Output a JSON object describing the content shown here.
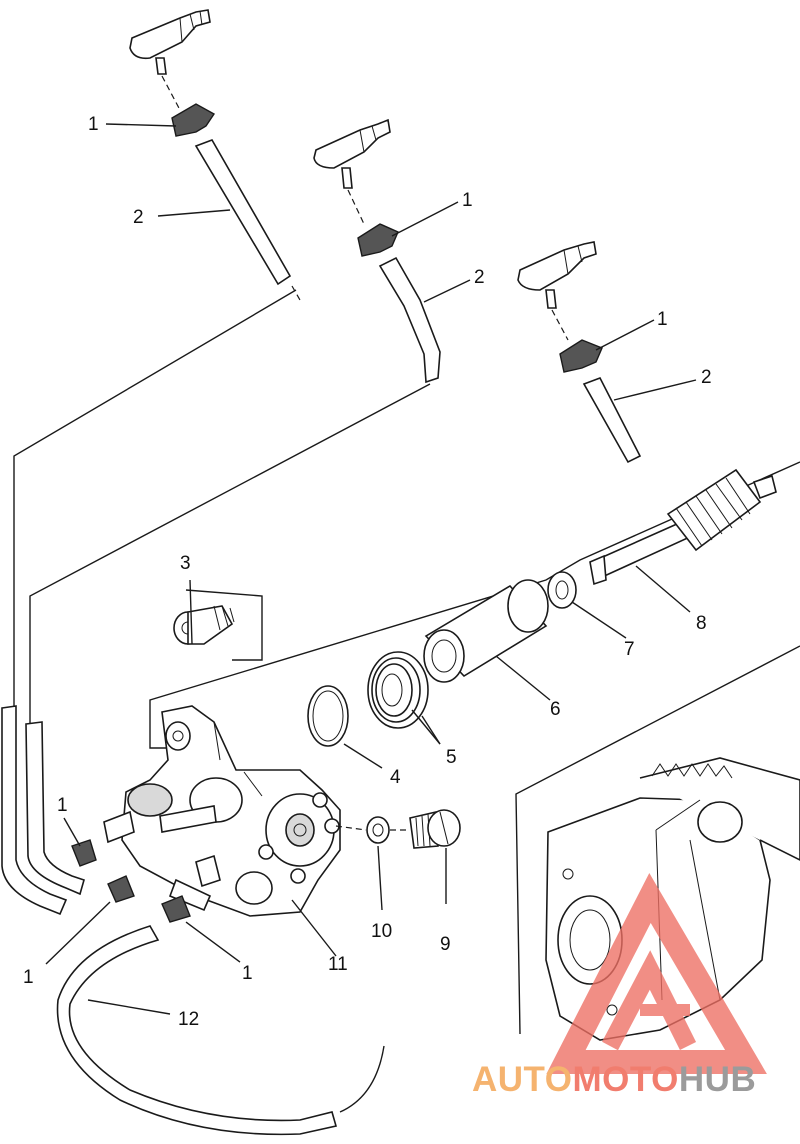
{
  "callouts": [
    {
      "id": "c1a",
      "text": "1"
    },
    {
      "id": "c2a",
      "text": "2"
    },
    {
      "id": "c1b",
      "text": "1"
    },
    {
      "id": "c2b",
      "text": "2"
    },
    {
      "id": "c1c",
      "text": "1"
    },
    {
      "id": "c2c",
      "text": "2"
    },
    {
      "id": "c3",
      "text": "3"
    },
    {
      "id": "c8",
      "text": "8"
    },
    {
      "id": "c7",
      "text": "7"
    },
    {
      "id": "c6",
      "text": "6"
    },
    {
      "id": "c5",
      "text": "5"
    },
    {
      "id": "c4",
      "text": "4"
    },
    {
      "id": "c1d",
      "text": "1"
    },
    {
      "id": "c10",
      "text": "10"
    },
    {
      "id": "c9",
      "text": "9"
    },
    {
      "id": "c11",
      "text": "11"
    },
    {
      "id": "c1e",
      "text": "1"
    },
    {
      "id": "c1f",
      "text": "1"
    },
    {
      "id": "c12",
      "text": "12"
    }
  ],
  "watermark": {
    "part_a": "AUTO",
    "part_b": "MOTO",
    "part_c": "HUB",
    "colors": {
      "auto": "#f5b36f",
      "moto": "#f17d6e",
      "hub": "#9b9b9b",
      "logo": "#ee6f63"
    }
  }
}
